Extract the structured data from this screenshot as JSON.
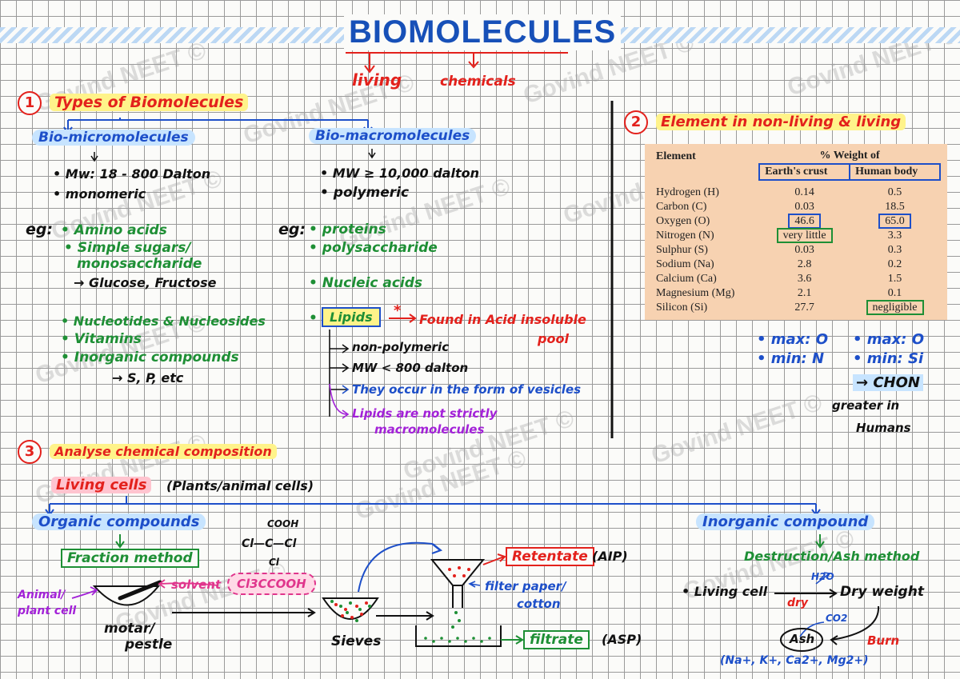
{
  "title": "BIOMOLECULES",
  "title_branches": {
    "left": "living",
    "right": "chemicals"
  },
  "watermark": "Govind NEET ©",
  "section1": {
    "number": "1",
    "heading": "Types of Biomolecules",
    "micro": {
      "label": "Bio-micromolecules",
      "points": [
        "• Mw: 18 - 800 Dalton",
        "• monomeric"
      ],
      "eg": "eg:",
      "examples": [
        "• Amino acids",
        "• Simple sugars/",
        "monosaccharide"
      ],
      "sugar_examples": "→ Glucose, Fructose",
      "more_examples": [
        "• Nucleotides & Nucleosides",
        "• Vitamins",
        "• Inorganic compounds"
      ],
      "inorganic_examples": "→ S, P, etc"
    },
    "macro": {
      "label": "Bio-macromolecules",
      "points": [
        "• MW ≥ 10,000 dalton",
        "• polymeric"
      ],
      "eg": "eg:",
      "examples": [
        "• proteins",
        "• polysaccharide",
        "• Nucleic acids"
      ],
      "lipids_label": "Lipids",
      "lipids_star": "*",
      "lipids_note": "Found in Acid insoluble",
      "lipids_note2": "pool",
      "lipids_facts": [
        "non-polymeric",
        "MW < 800 dalton",
        "They occur in the form of vesicles",
        "Lipids are not strictly",
        "macromolecules"
      ]
    }
  },
  "section2": {
    "number": "2",
    "heading": "Element in non-living & living",
    "table": {
      "col1": "Element",
      "group_header": "% Weight of",
      "col2": "Earth's crust",
      "col3": "Human body",
      "rows": [
        [
          "Hydrogen (H)",
          "0.14",
          "0.5"
        ],
        [
          "Carbon (C)",
          "0.03",
          "18.5"
        ],
        [
          "Oxygen (O)",
          "46.6",
          "65.0"
        ],
        [
          "Nitrogen (N)",
          "very little",
          "3.3"
        ],
        [
          "Sulphur (S)",
          "0.03",
          "0.3"
        ],
        [
          "Sodium (Na)",
          "2.8",
          "0.2"
        ],
        [
          "Calcium (Ca)",
          "3.6",
          "1.5"
        ],
        [
          "Magnesium (Mg)",
          "2.1",
          "0.1"
        ],
        [
          "Silicon (Si)",
          "27.7",
          "negligible"
        ]
      ]
    },
    "crust_notes": [
      "• max: O",
      "• min: N"
    ],
    "human_notes": [
      "• max: O",
      "• min: Si"
    ],
    "chon": "→ CHON",
    "chon_note": [
      "greater in",
      "Humans"
    ]
  },
  "section3": {
    "number": "3",
    "heading": "Analyse chemical composition",
    "living_cells": "Living cells",
    "living_cells_note": "(Plants/animal cells)",
    "organic": {
      "label": "Organic compounds",
      "method": "Fraction method",
      "input": [
        "Animal/",
        "plant cell"
      ],
      "mortar": [
        "motar/",
        "pestle"
      ],
      "solvent": "solvent",
      "solvent_name": "Cl3CCOOH",
      "formula": [
        "COOH",
        "Cl—C—Cl",
        "Cl"
      ],
      "sieve": "Sieves",
      "retentate": "Retentate",
      "retentate_note": "(AIP)",
      "filter": [
        "filter paper/",
        "cotton"
      ],
      "filtrate": "filtrate",
      "filtrate_note": "(ASP)"
    },
    "inorganic": {
      "label": "Inorganic compound",
      "method": "Destruction/Ash method",
      "living": "• Living cell",
      "h2o": "H2O",
      "dry": "dry",
      "dry_weight": "Dry weight",
      "co2": "CO2",
      "burn": "Burn",
      "ash": "Ash",
      "ions": "(Na+, K+, Ca2+, Mg2+)"
    }
  },
  "colors": {
    "title": "#1750b8",
    "red": "#e3211c",
    "blue": "#1d4fc9",
    "green": "#1e8f35",
    "purple": "#a322d8",
    "table_bg": "#f7d2b1"
  }
}
